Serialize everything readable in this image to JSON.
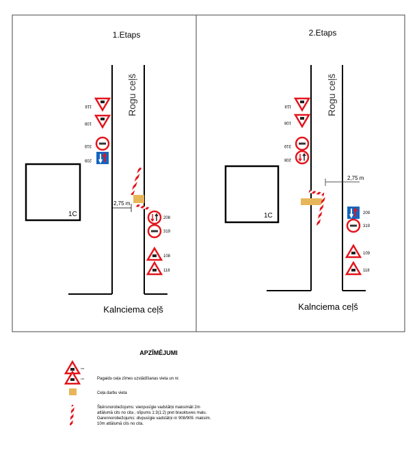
{
  "stages": [
    {
      "title": "1.Etaps",
      "road_vertical": "Rogu ceļš",
      "road_horizontal": "Kalnciema ceļš",
      "building": "1C",
      "distance": "2,75 m",
      "left_signs": [
        "118",
        "109",
        "319",
        "209"
      ],
      "right_signs": [
        "208",
        "319",
        "108",
        "118"
      ]
    },
    {
      "title": "2.Etaps",
      "road_vertical": "Rogu ceļš",
      "road_horizontal": "Kalnciema ceļš",
      "building": "1C",
      "distance": "2,75 m",
      "left_signs": [
        "118",
        "108",
        "319",
        "208"
      ],
      "right_signs": [
        "209",
        "319",
        "109",
        "118"
      ]
    }
  ],
  "legend": {
    "title": "APZĪMĒJUMI",
    "sign_numbers": [
      "108",
      "118"
    ],
    "signs_text": "Pagaidu ceļa zīmes uzstādīšanas vieta un nr.",
    "work_area_text": "Ceļa darbu vieta",
    "barrier_text_1": "Šķērsnorobežojums: vienpusīgie vadstātņi maksimāli 2m",
    "barrier_text_2": "attālumā cits no cita , slīpums 1:3(1:2) pret brauktuves malu.",
    "barrier_text_3": "Garennorobežojums: divpusīgie vadstātņi nr 908/909. maksim.",
    "barrier_text_4": "10m attālumā cits no cita."
  },
  "colors": {
    "sign_red": "#e3141b",
    "sign_blue": "#1565c0",
    "work_area": "#e8b65a"
  }
}
